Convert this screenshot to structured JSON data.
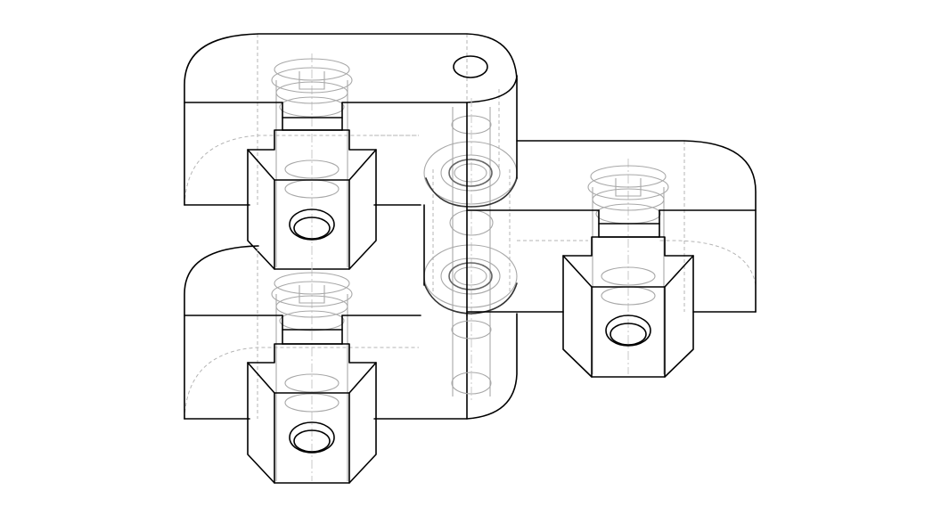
{
  "drawing": {
    "background": "#ffffff",
    "visible_line_color": "#000000",
    "hidden_line_color": "#b4b4b4",
    "parts": [
      {
        "name": "upper-left-bracket"
      },
      {
        "name": "lower-left-bracket"
      },
      {
        "name": "right-bracket"
      },
      {
        "name": "hinge-knuckle-stack"
      }
    ]
  }
}
